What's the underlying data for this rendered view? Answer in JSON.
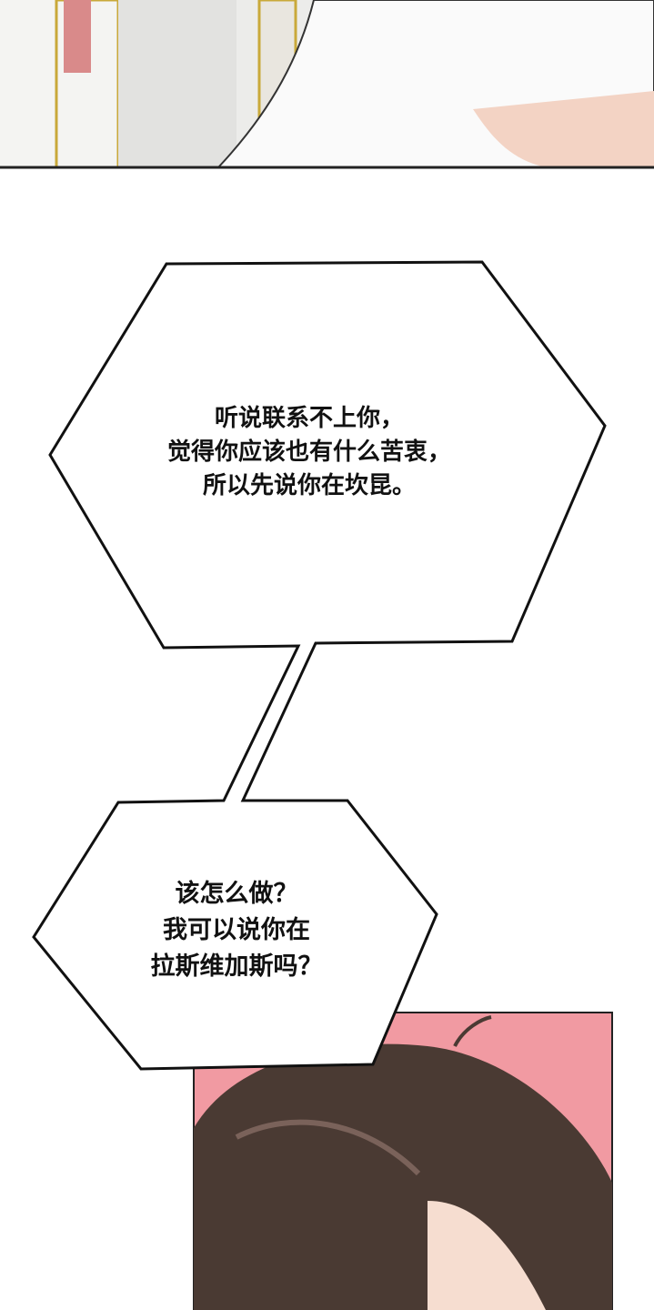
{
  "panels": {
    "top_panel": {
      "background": "#e9e9e6",
      "accent": "#c9a93a",
      "wall_red": "#d98a8a"
    },
    "bottom_panel": {
      "background": "#f19aa2",
      "hair": "#4a3a33"
    }
  },
  "bubbles": [
    {
      "lines": [
        "听说联系不上你，",
        "觉得你应该也有什么苦衷，",
        "所以先说你在坎昆。"
      ]
    },
    {
      "lines": [
        "该怎么做？",
        "我可以说你在",
        "拉斯维加斯吗？"
      ]
    }
  ]
}
